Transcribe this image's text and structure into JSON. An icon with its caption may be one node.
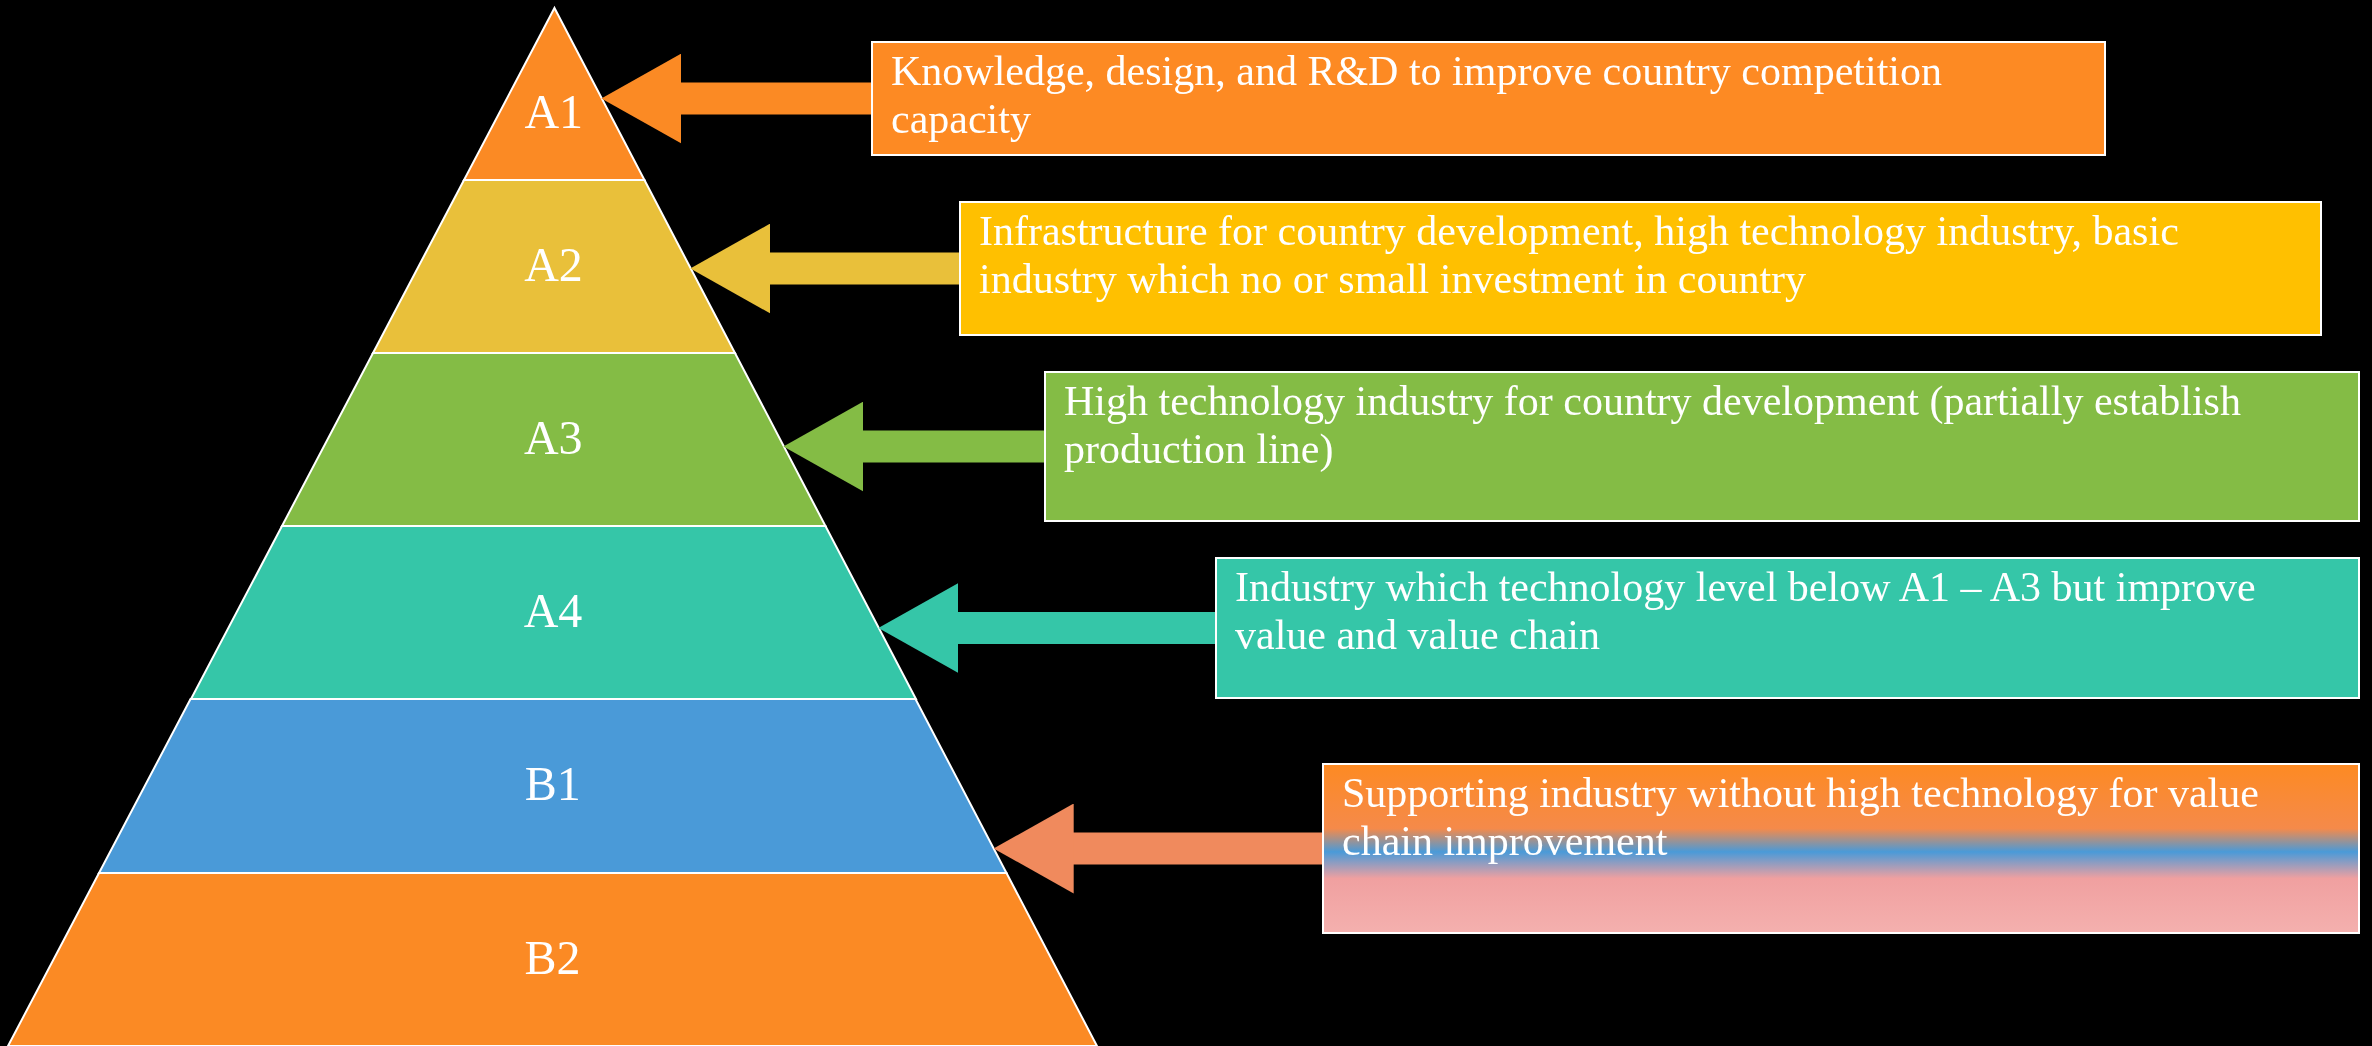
{
  "diagram": {
    "nodes": [
      {
        "text": [
          "A1"
        ]
      },
      {
        "text": [
          "A2"
        ]
      },
      {
        "text": [
          "A3"
        ]
      },
      {
        "text": [
          "A4"
        ]
      },
      {
        "text": [
          "B1"
        ]
      },
      {
        "text": [
          "B2"
        ]
      },
      {
        "text": [
          "Knowledge, design, and R&D to improve country competition capacity"
        ]
      },
      {
        "text": [
          "Infrastructure for country development, high technology industry, basic industry which no or small investment in country"
        ]
      },
      {
        "text": [
          "High technology industry for country development (partially establish production line)"
        ]
      },
      {
        "text": [
          "Industry which technology level below A1 – A3 but improve value and value chain"
        ]
      },
      {
        "text": [
          "Supporting industry without high technology for value chain improvement"
        ]
      }
    ],
    "edges": [
      {
        "from": 6,
        "to": 0,
        "arrow": "to",
        "color": "#fb8a24"
      },
      {
        "from": 7,
        "to": 1,
        "arrow": "to",
        "color": "#e9c03a"
      },
      {
        "from": 8,
        "to": 2,
        "arrow": "to",
        "color": "#84bc45"
      },
      {
        "from": 9,
        "to": 3,
        "arrow": "to",
        "color": "#35c6a8"
      },
      {
        "from": 10,
        "to": 4,
        "arrow": "to",
        "color": "#f08a5d"
      }
    ]
  }
}
